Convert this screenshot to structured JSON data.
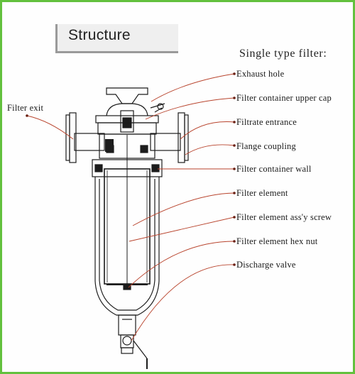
{
  "title": "Structure",
  "subtitle": "Single type filter:",
  "labels": {
    "filter_exit": "Filter exit",
    "exhaust_hole": "Exhaust hole",
    "upper_cap": "Filter container upper cap",
    "filtrate_entrance": "Filtrate entrance",
    "flange_coupling": "Flange coupling",
    "container_wall": "Filter container wall",
    "filter_element": "Filter element",
    "assy_screw": "Filter element ass'y screw",
    "hex_nut": "Filter element hex nut",
    "discharge_valve": "Discharge  valve"
  },
  "colors": {
    "frame": "#63c13e",
    "leader": "#b8432c",
    "drawing": "#1c1c1c"
  }
}
